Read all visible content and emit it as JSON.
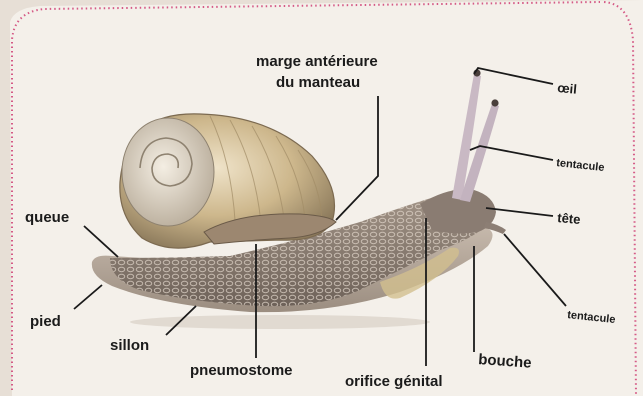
{
  "diagram": {
    "labels": {
      "marge_line1": "marge antérieure",
      "marge_line2": "du manteau",
      "oeil": "œil",
      "tentacule_upper": "tentacule",
      "tete": "tête",
      "queue": "queue",
      "pied": "pied",
      "sillon": "sillon",
      "pneumostome": "pneumostome",
      "orifice_genital": "orifice génital",
      "bouche": "bouche",
      "tentacule_lower": "tentacule"
    },
    "colors": {
      "background": "#f3efe9",
      "frame_dots": "#d55a86",
      "leader_lines": "#1a1a1a",
      "shell": "#c9b184",
      "body": "#8f8177"
    }
  }
}
